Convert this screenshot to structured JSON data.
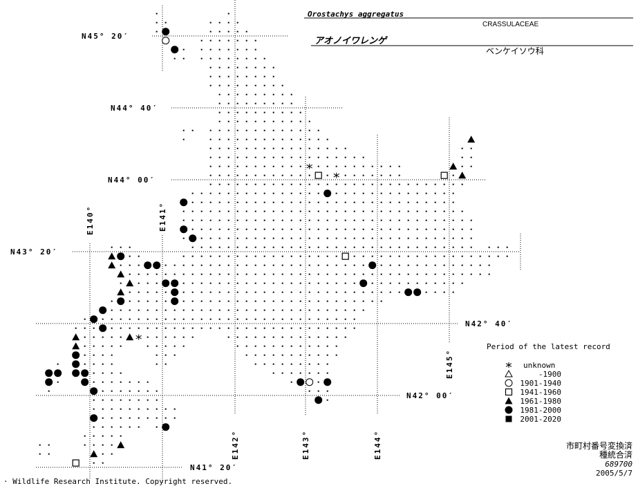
{
  "header": {
    "scientific_name": "Orostachys aggregatus",
    "family_latin": "CRASSULACEAE",
    "japanese_name": "アオノイワレンゲ",
    "family_japanese": "ベンケイソウ科"
  },
  "graticule": {
    "latitudes": [
      {
        "label": "N45° 20′",
        "deg": 45.3333
      },
      {
        "label": "N44° 40′",
        "deg": 44.6667
      },
      {
        "label": "N44° 00′",
        "deg": 44.0
      },
      {
        "label": "N43° 20′",
        "deg": 43.3333
      },
      {
        "label": "N42° 40′",
        "deg": 42.6667
      },
      {
        "label": "N42° 00′",
        "deg": 42.0
      },
      {
        "label": "N41° 20′",
        "deg": 41.3333
      }
    ],
    "longitudes": [
      {
        "label": "E140°",
        "deg": 140
      },
      {
        "label": "E141°",
        "deg": 141
      },
      {
        "label": "E142°",
        "deg": 142
      },
      {
        "label": "E143°",
        "deg": 143
      },
      {
        "label": "E144°",
        "deg": 144
      },
      {
        "label": "E145°",
        "deg": 145
      }
    ]
  },
  "legend": {
    "title": "Period of the latest record",
    "items": [
      {
        "symbol": "asterisk",
        "label": "unknown"
      },
      {
        "symbol": "open-triangle",
        "label": "-1900"
      },
      {
        "symbol": "open-circle",
        "label": "1901-1940"
      },
      {
        "symbol": "open-square",
        "label": "1941-1960"
      },
      {
        "symbol": "filled-triangle",
        "label": "1961-1980"
      },
      {
        "symbol": "filled-circle",
        "label": "1981-2000"
      },
      {
        "symbol": "filled-square",
        "label": "2001-2020"
      }
    ]
  },
  "records": [
    {
      "lon": 141.048,
      "lat": 45.375,
      "symbol": "filled-circle"
    },
    {
      "lon": 141.048,
      "lat": 45.292,
      "symbol": "open-circle"
    },
    {
      "lon": 141.173,
      "lat": 45.208,
      "symbol": "filled-circle"
    },
    {
      "lon": 143.048,
      "lat": 44.125,
      "symbol": "asterisk"
    },
    {
      "lon": 143.173,
      "lat": 44.042,
      "symbol": "open-square"
    },
    {
      "lon": 143.423,
      "lat": 44.042,
      "symbol": "asterisk"
    },
    {
      "lon": 144.923,
      "lat": 44.042,
      "symbol": "open-square"
    },
    {
      "lon": 145.048,
      "lat": 44.125,
      "symbol": "filled-triangle"
    },
    {
      "lon": 145.173,
      "lat": 44.042,
      "symbol": "filled-triangle"
    },
    {
      "lon": 145.298,
      "lat": 44.375,
      "symbol": "filled-triangle"
    },
    {
      "lon": 143.298,
      "lat": 43.875,
      "symbol": "filled-circle"
    },
    {
      "lon": 141.298,
      "lat": 43.792,
      "symbol": "filled-circle"
    },
    {
      "lon": 141.298,
      "lat": 43.542,
      "symbol": "filled-circle"
    },
    {
      "lon": 141.423,
      "lat": 43.458,
      "symbol": "filled-circle"
    },
    {
      "lon": 143.548,
      "lat": 43.292,
      "symbol": "open-square"
    },
    {
      "lon": 140.298,
      "lat": 43.292,
      "symbol": "filled-triangle"
    },
    {
      "lon": 140.423,
      "lat": 43.292,
      "symbol": "filled-circle"
    },
    {
      "lon": 140.298,
      "lat": 43.208,
      "symbol": "filled-triangle"
    },
    {
      "lon": 140.798,
      "lat": 43.208,
      "symbol": "filled-circle"
    },
    {
      "lon": 140.923,
      "lat": 43.208,
      "symbol": "filled-circle"
    },
    {
      "lon": 143.923,
      "lat": 43.208,
      "symbol": "filled-circle"
    },
    {
      "lon": 140.423,
      "lat": 43.125,
      "symbol": "filled-triangle"
    },
    {
      "lon": 140.548,
      "lat": 43.042,
      "symbol": "filled-triangle"
    },
    {
      "lon": 141.048,
      "lat": 43.042,
      "symbol": "filled-circle"
    },
    {
      "lon": 141.173,
      "lat": 43.042,
      "symbol": "filled-circle"
    },
    {
      "lon": 143.798,
      "lat": 43.042,
      "symbol": "filled-circle"
    },
    {
      "lon": 140.423,
      "lat": 42.958,
      "symbol": "filled-triangle"
    },
    {
      "lon": 141.173,
      "lat": 42.958,
      "symbol": "filled-circle"
    },
    {
      "lon": 144.423,
      "lat": 42.958,
      "symbol": "filled-circle"
    },
    {
      "lon": 144.548,
      "lat": 42.958,
      "symbol": "filled-circle"
    },
    {
      "lon": 140.423,
      "lat": 42.875,
      "symbol": "filled-circle"
    },
    {
      "lon": 141.173,
      "lat": 42.875,
      "symbol": "filled-circle"
    },
    {
      "lon": 140.173,
      "lat": 42.792,
      "symbol": "filled-circle"
    },
    {
      "lon": 140.048,
      "lat": 42.708,
      "symbol": "filled-circle"
    },
    {
      "lon": 140.173,
      "lat": 42.625,
      "symbol": "filled-circle"
    },
    {
      "lon": 139.798,
      "lat": 42.542,
      "symbol": "filled-triangle"
    },
    {
      "lon": 140.548,
      "lat": 42.542,
      "symbol": "filled-triangle"
    },
    {
      "lon": 140.673,
      "lat": 42.542,
      "symbol": "asterisk"
    },
    {
      "lon": 139.798,
      "lat": 42.458,
      "symbol": "filled-triangle"
    },
    {
      "lon": 139.798,
      "lat": 42.375,
      "symbol": "filled-circle"
    },
    {
      "lon": 139.798,
      "lat": 42.292,
      "symbol": "filled-circle"
    },
    {
      "lon": 139.423,
      "lat": 42.208,
      "symbol": "filled-circle"
    },
    {
      "lon": 139.548,
      "lat": 42.208,
      "symbol": "filled-circle"
    },
    {
      "lon": 139.798,
      "lat": 42.208,
      "symbol": "filled-circle"
    },
    {
      "lon": 139.923,
      "lat": 42.208,
      "symbol": "filled-circle"
    },
    {
      "lon": 139.423,
      "lat": 42.125,
      "symbol": "filled-circle"
    },
    {
      "lon": 139.923,
      "lat": 42.125,
      "symbol": "filled-circle"
    },
    {
      "lon": 140.048,
      "lat": 42.042,
      "symbol": "filled-circle"
    },
    {
      "lon": 142.923,
      "lat": 42.125,
      "symbol": "filled-circle"
    },
    {
      "lon": 143.048,
      "lat": 42.125,
      "symbol": "open-circle"
    },
    {
      "lon": 143.298,
      "lat": 42.125,
      "symbol": "filled-circle"
    },
    {
      "lon": 143.173,
      "lat": 41.958,
      "symbol": "filled-circle"
    },
    {
      "lon": 140.048,
      "lat": 41.792,
      "symbol": "filled-circle"
    },
    {
      "lon": 141.048,
      "lat": 41.708,
      "symbol": "filled-circle"
    },
    {
      "lon": 140.423,
      "lat": 41.542,
      "symbol": "filled-triangle"
    },
    {
      "lon": 140.048,
      "lat": 41.458,
      "symbol": "filled-triangle"
    },
    {
      "lon": 139.798,
      "lat": 41.375,
      "symbol": "open-square"
    }
  ],
  "footer": {
    "note_municipality": "市町村番号変換済",
    "note_species": "種統合済",
    "code": "689700",
    "date": "2005/5/7",
    "copyright": "· Wildlife Research Institute. Copyright reserved."
  },
  "colors": {
    "ink": "#000000",
    "background": "#ffffff"
  }
}
